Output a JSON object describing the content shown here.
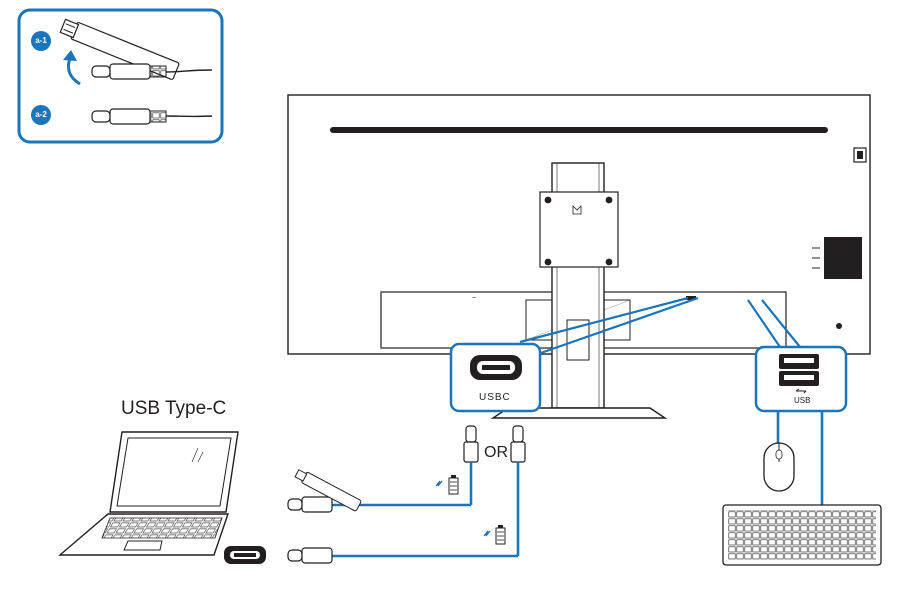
{
  "laptop_label": "USB Type-C",
  "or_label": "OR",
  "port_labels": {
    "usbc": "USBC",
    "usb": "USB"
  },
  "inset_steps": [
    "a-1",
    "a-2"
  ],
  "accent_color": "#1a75bb",
  "line_color": "#231f20",
  "icons": [
    "power-adapter-icon",
    "usb-icon",
    "lock-icon",
    "charging-bolt-icon",
    "battery-icon"
  ]
}
